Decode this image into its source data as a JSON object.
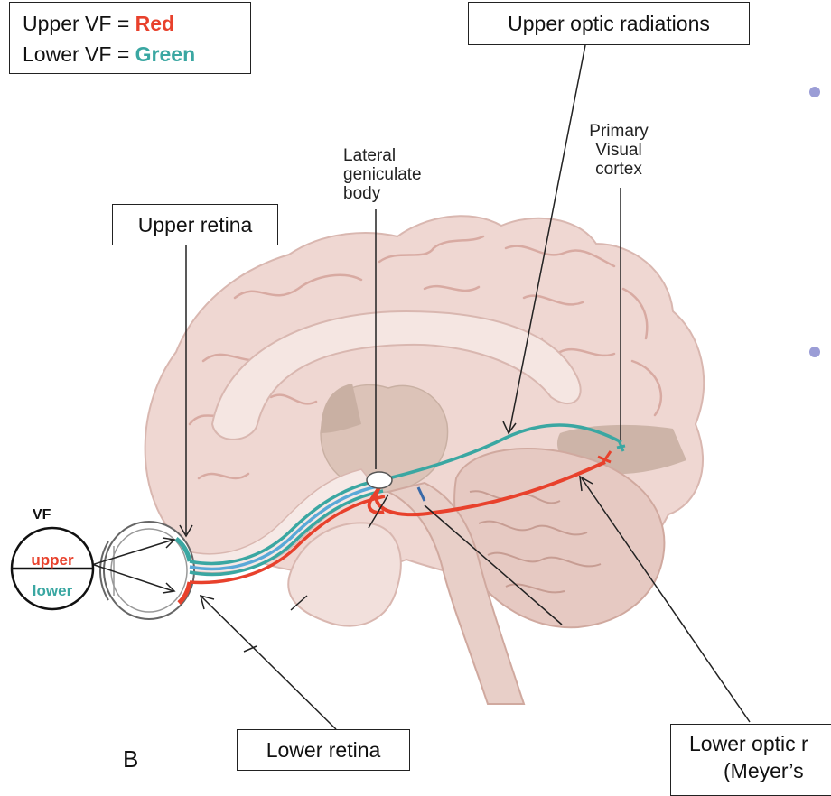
{
  "legend": {
    "upper_prefix": "Upper VF = ",
    "upper_color_word": "Red",
    "lower_prefix": "Lower VF = ",
    "lower_color_word": "Green",
    "upper_color": "#e8412c",
    "lower_color": "#3aa7a2"
  },
  "labels": {
    "upper_optic_radiations": "Upper optic radiations",
    "upper_retina": "Upper retina",
    "lower_retina": "Lower retina",
    "lower_optic_radiations_line1": "Lower optic r",
    "lower_optic_radiations_line2": "(Meyer’s",
    "lgb_line1": "Lateral",
    "lgb_line2": "geniculate",
    "lgb_line3": "body",
    "pvc_line1": "Primary",
    "pvc_line2": "Visual",
    "pvc_line3": "cortex"
  },
  "visual_field": {
    "title": "VF",
    "upper": "upper",
    "lower": "lower"
  },
  "panel_letter": "B",
  "colors": {
    "brain_fill": "#efd7d2",
    "brain_outline": "#d9b7b0",
    "gyri_line": "#d8aaa2",
    "deep_structures": "#c9b0a3",
    "pathway_red": "#e8412c",
    "pathway_teal": "#3aa7a2",
    "pathway_blue": "#5aa9d8",
    "bullet": "#9b9dd6"
  }
}
